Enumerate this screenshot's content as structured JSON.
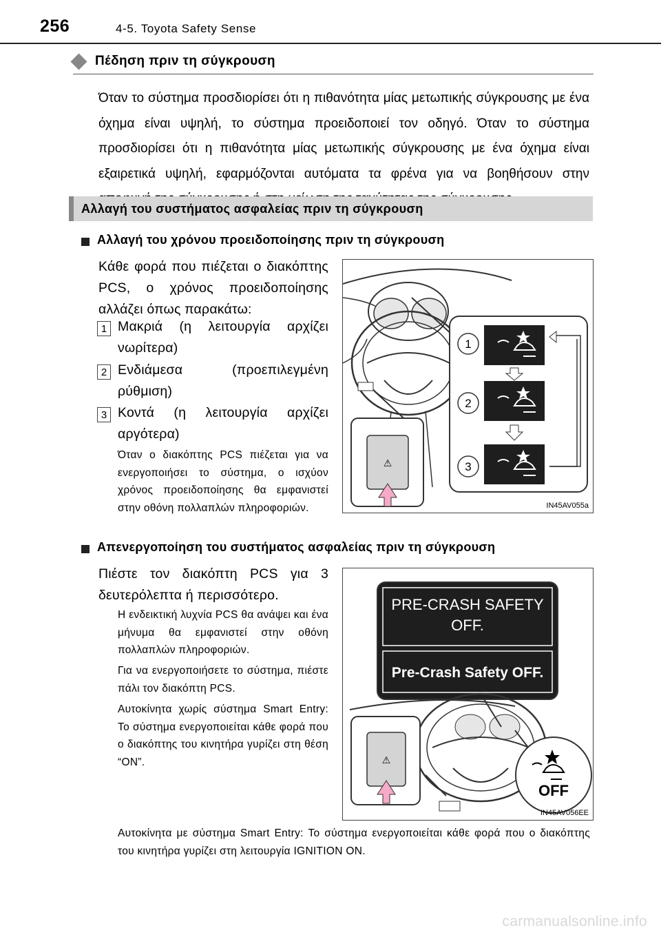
{
  "header": {
    "page_number": "256",
    "section": "4-5. Toyota Safety Sense"
  },
  "section1": {
    "heading": "Πέδηση πριν τη σύγκρουση",
    "intro": "Όταν το σύστημα προσδιορίσει ότι η πιθανότητα μίας μετωπικής σύγκρουσης με ένα όχημα είναι υψηλή, το σύστημα προειδοποιεί τον οδηγό. Όταν το σύστημα προσδιορίσει ότι η πιθανότητα μίας μετωπικής σύγκρουσης με ένα όχημα είναι εξαιρετικά υψηλή, εφαρμόζονται αυτόματα τα φρένα για να βοηθήσουν στην αποφυγή της σύγκρουσης ή στη μείωση της ταχύτητας της σύγκρουσης."
  },
  "band_heading": "Αλλαγή του συστήματος ασφαλείας πριν τη σύγκρουση",
  "sub1": {
    "heading": "Αλλαγή του χρόνου προειδοποίησης πριν τη σύγκρουση",
    "body": "Κάθε φορά που πιέζεται ο διακόπτης PCS, ο χρόνος προειδοποίησης αλλάζει όπως παρακάτω:",
    "items": [
      {
        "num": "1",
        "text": "Μακριά (η λειτουργία αρχίζει νωρίτερα)"
      },
      {
        "num": "2",
        "text": "Ενδιάμεσα (προεπιλεγμένη ρύθμιση)"
      },
      {
        "num": "3",
        "text": "Κοντά (η λειτουργία αρχίζει αργότερα)"
      }
    ],
    "note": "Όταν ο διακόπτης PCS πιέζεται για να ενεργοποιήσει το σύστημα, ο ισχύον χρόνος προειδοποίησης θα εμφανιστεί στην οθόνη πολλαπλών πληροφοριών.",
    "figure_code": "IN45AV055a",
    "figure_labels": [
      "1",
      "2",
      "3"
    ]
  },
  "sub2": {
    "heading": "Απενεργοποίηση του συστήματος ασφαλείας πριν τη σύγκρουση",
    "body": "Πιέστε τον διακόπτη PCS για 3 δευτερόλεπτα ή περισσότερο.",
    "notes": [
      "Η ενδεικτική λυχνία PCS θα ανάψει και ένα μήνυμα θα εμφανιστεί στην οθόνη πολλαπλών πληροφοριών.",
      "Για να ενεργοποιήσετε το σύστημα, πιέστε πάλι τον διακόπτη PCS.",
      "Αυτοκίνητα χωρίς σύστημα Smart Entry: Το σύστημα ενεργοποιείται κάθε φορά που ο διακόπτης του κινητήρα γυρίζει στη θέση “ON”."
    ],
    "final_note": "Αυτοκίνητα με σύστημα Smart Entry: Το σύστημα ενεργοποιείται κάθε φορά που ο διακόπτης του κινητήρα γυρίζει στη λειτουργία IGNITION ON.",
    "display_line1": "PRE-CRASH SAFETY",
    "display_line2": "OFF.",
    "display_line3": "Pre-Crash Safety OFF.",
    "off_label": "OFF",
    "figure_code": "IN45AV056EE"
  },
  "watermark": "carmanualsonline.info",
  "colors": {
    "band": "#d6d6d6",
    "band_bar": "#888888",
    "display_bg": "#1e1e1e",
    "arrow_pink": "#f7a9c8"
  }
}
